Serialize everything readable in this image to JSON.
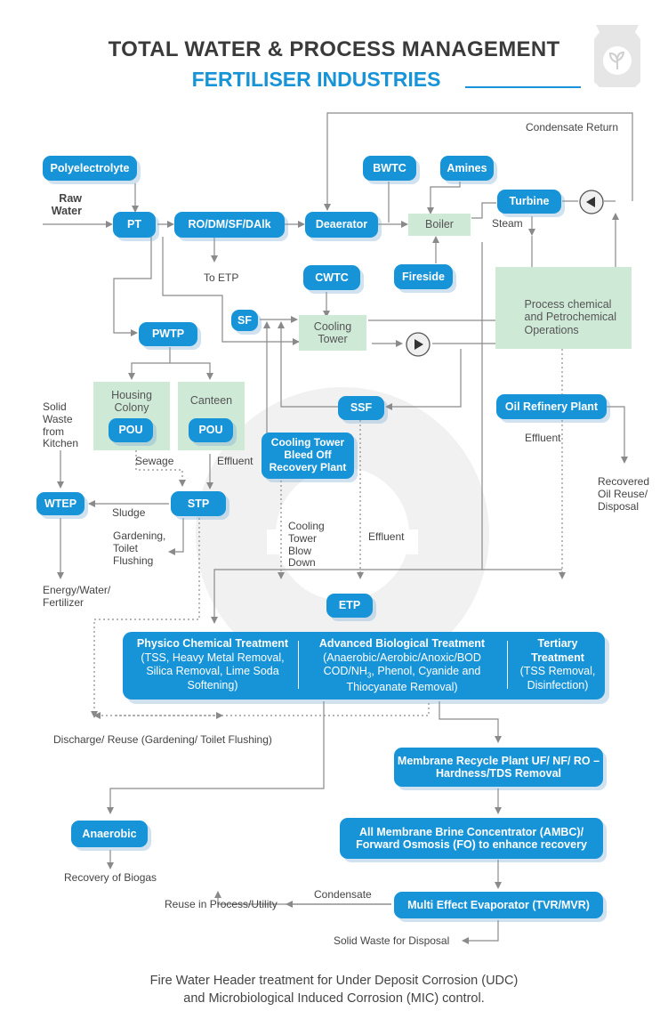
{
  "header": {
    "title": "TOTAL WATER & PROCESS MANAGEMENT",
    "subtitle": "FERTILISER INDUSTRIES",
    "logo_icon": "fertiliser-bag-icon"
  },
  "nodes": {
    "polyelectrolyte": "Polyelectrolyte",
    "pt": "PT",
    "ro_dm": "RO/DM/SF/DAlk",
    "deaerator": "Deaerator",
    "bwtc": "BWTC",
    "amines": "Amines",
    "boiler": "Boiler",
    "turbine": "Turbine",
    "fireside": "Fireside",
    "cwtc": "CWTC",
    "sf": "SF",
    "cooling_tower": "Cooling Tower",
    "process": "Process chemical and Petrochemical Operations",
    "pwtp": "PWTP",
    "housing_colony": "Housing Colony",
    "canteen": "Canteen",
    "pou": "POU",
    "ssf": "SSF",
    "oil_refinery": "Oil Refinery Plant",
    "ctbor": "Cooling Tower Bleed Off Recovery Plant",
    "wtep": "WTEP",
    "stp": "STP",
    "etp": "ETP",
    "membrane": "Membrane Recycle Plant UF/ NF/ RO – Hardness/TDS Removal",
    "ambc": "All Membrane Brine Concentrator (AMBC)/ Forward Osmosis (FO) to enhance recovery",
    "mee": "Multi Effect Evaporator (TVR/MVR)",
    "anaerobic": "Anaerobic"
  },
  "labels": {
    "raw_water": "Raw Water",
    "to_etp": "To ETP",
    "condensate_return": "Condensate Return",
    "steam": "Steam",
    "solid_waste": "Solid Waste from Kitchen",
    "sewage": "Sewage",
    "effluent": "Effluent",
    "sludge": "Sludge",
    "gardening": "Gardening, Toilet Flushing",
    "energy": "Energy/Water/ Fertilizer",
    "ct_blowdown": "Cooling Tower Blow Down",
    "recovered_oil": "Recovered Oil Reuse/ Disposal",
    "discharge": "Discharge/ Reuse (Gardening/ Toilet Flushing)",
    "biogas": "Recovery of Biogas",
    "condensate": "Condensate",
    "reuse": "Reuse in Process/Utility",
    "solid_disposal": "Solid Waste for Disposal"
  },
  "etp_block": {
    "physico_title": "Physico Chemical Treatment",
    "physico_desc": " (TSS, Heavy Metal Removal, Silica Removal, Lime Soda Softening)",
    "bio_title": "Advanced Biological Treatment",
    "bio_desc_a": "(Anaerobic/Aerobic/Anoxic/BOD COD/NH",
    "bio_desc_sub": "3",
    "bio_desc_b": ", Phenol, Cyanide and Thiocyanate Removal)",
    "tertiary_title": "Tertiary Treatment",
    "tertiary_desc": "(TSS Removal, Disinfection)"
  },
  "footer": {
    "line1": "Fire Water Header treatment for Under Deposit Corrosion (UDC)",
    "line2": "and Microbiological Induced Corrosion (MIC) control."
  },
  "colors": {
    "blue": "#1793d8",
    "green": "#cfe9d7",
    "line": "#8a8a8a"
  }
}
